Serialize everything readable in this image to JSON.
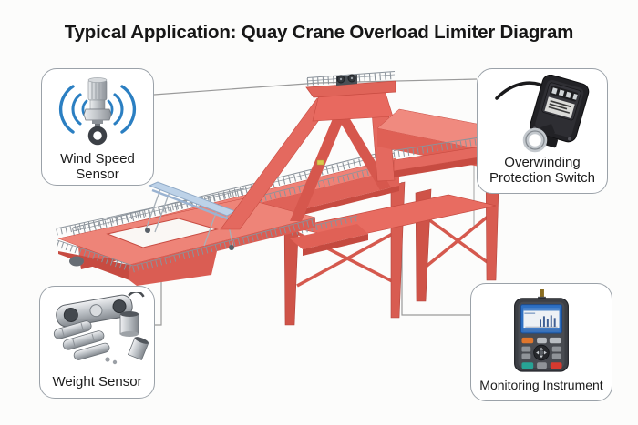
{
  "title": "Typical Application: Quay Crane Overload Limiter Diagram",
  "callouts": {
    "wind_speed_sensor": {
      "line1": "Wind Speed",
      "line2": "Sensor",
      "icon": "wind-speed-sensor-icon"
    },
    "overwinding_protection_switch": {
      "line1": "Overwinding",
      "line2": "Protection Switch",
      "icon": "overwinding-protection-switch-icon"
    },
    "weight_sensor": {
      "label": "Weight Sensor",
      "icon": "weight-sensor-icon"
    },
    "monitoring_instrument": {
      "label": "Monitoring Instrument",
      "icon": "monitoring-instrument-icon"
    }
  },
  "illustration": {
    "subject": "red quay crane with boom, A-frame tower, machinery house, trolley and portal legs",
    "colors": {
      "crane_red": "#e4695f",
      "crane_red_dark": "#c74b41",
      "crane_red_light": "#f0897e",
      "railing_gray": "#8b939b",
      "trolley_blue": "#b7cde4",
      "signal_blue": "#2b7fc2",
      "device_black": "#222226",
      "screen_blue": "#2d6fc2",
      "connector_gray": "#9a9a9a"
    }
  }
}
